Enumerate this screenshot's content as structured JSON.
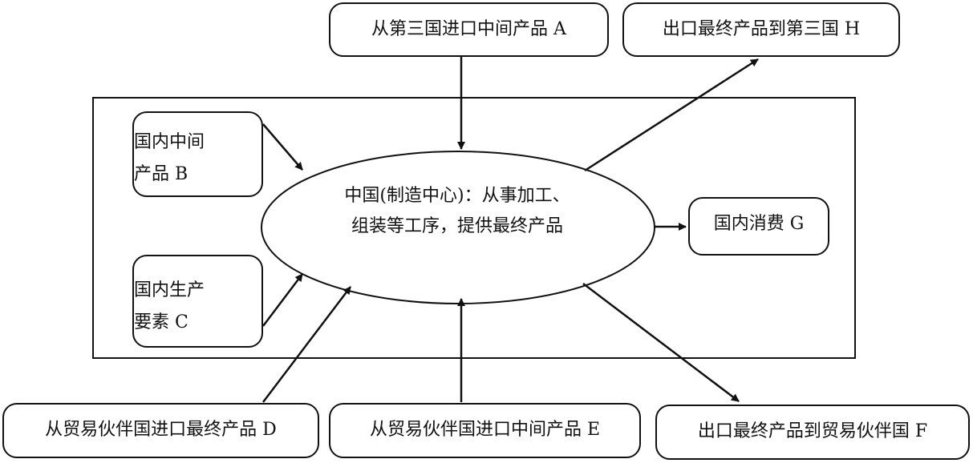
{
  "diagram": {
    "center": {
      "line1": "中国(制造中心)：从事加工、",
      "line2": "组装等工序，提供最终产品"
    },
    "nodes": {
      "A": {
        "label": "从第三国进口中间产品 A"
      },
      "H": {
        "label": "出口最终产品到第三国 H"
      },
      "B": {
        "line1": "国内中间",
        "line2": "产品 B"
      },
      "C": {
        "line1": "国内生产",
        "line2": "要素 C"
      },
      "G": {
        "label": "国内消费 G"
      },
      "D": {
        "label": "从贸易伙伴国进口最终产品 D"
      },
      "E": {
        "label": "从贸易伙伴国进口中间产品 E"
      },
      "F": {
        "label": "出口最终产品到贸易伙伴国 F"
      }
    },
    "edges": [
      {
        "from": "A",
        "to": "center"
      },
      {
        "from": "B",
        "to": "center"
      },
      {
        "from": "C",
        "to": "center"
      },
      {
        "from": "D",
        "to": "center"
      },
      {
        "from": "E",
        "to": "center"
      },
      {
        "from": "center",
        "to": "G"
      },
      {
        "from": "center",
        "to": "H"
      },
      {
        "from": "center",
        "to": "F"
      }
    ],
    "colors": {
      "stroke": "#111111",
      "background": "#ffffff"
    }
  }
}
